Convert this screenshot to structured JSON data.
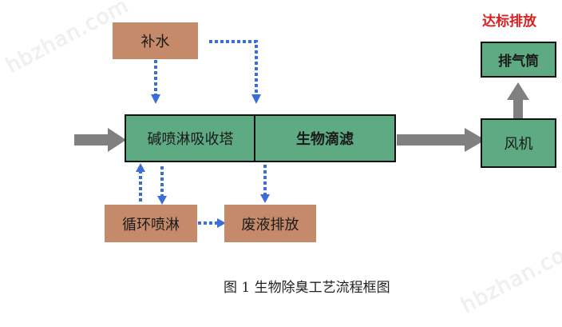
{
  "diagram": {
    "title_caption": "图 1  生物除臭工艺流程框图",
    "watermark": "hbzhan.com",
    "nodes": {
      "makeup_water": "补水",
      "alkali_scrubber": "碱喷淋吸收塔",
      "biotrickling_filter": "生物滴滤",
      "recirculation_spray": "循环喷淋",
      "waste_liquid_discharge": "废液排放",
      "fan": "风机",
      "exhaust_stack": "排气筒",
      "compliant_discharge": "达标排放"
    },
    "edges": [
      {
        "from": "inlet",
        "to": "alkali_scrubber",
        "style": "gas-flow"
      },
      {
        "from": "biotrickling_filter",
        "to": "fan",
        "style": "gas-flow"
      },
      {
        "from": "fan",
        "to": "exhaust_stack",
        "style": "gas-flow"
      },
      {
        "from": "makeup_water",
        "to": "alkali_scrubber",
        "style": "liquid-dotted"
      },
      {
        "from": "makeup_water",
        "to": "biotrickling_filter",
        "style": "liquid-dotted"
      },
      {
        "from": "alkali_scrubber",
        "to": "recirculation_spray",
        "style": "liquid-dotted"
      },
      {
        "from": "recirculation_spray",
        "to": "alkali_scrubber",
        "style": "liquid-dotted"
      },
      {
        "from": "biotrickling_filter",
        "to": "waste_liquid_discharge",
        "style": "liquid-dotted"
      },
      {
        "from": "recirculation_spray",
        "to": "waste_liquid_discharge",
        "style": "liquid-dotted"
      }
    ],
    "colors": {
      "process_box": "#5daa83",
      "water_box": "#c48a6a",
      "gas_arrow": "#808080",
      "liquid_arrow": "#3a6fd8",
      "highlight_text": "#d82020"
    }
  }
}
